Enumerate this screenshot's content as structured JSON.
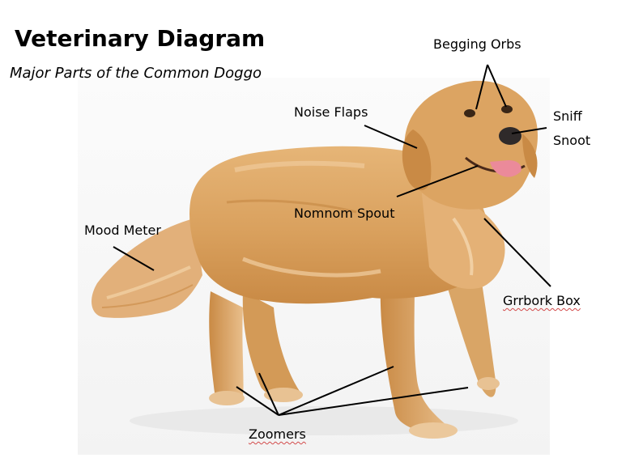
{
  "title": "Veterinary Diagram",
  "subtitle": "Major Parts of the Common Doggo",
  "labels": {
    "begging_orbs": "Begging Orbs",
    "noise_flaps": "Noise Flaps",
    "sniff": "Sniff",
    "snoot": "Snoot",
    "nomnom_spout": "Nomnom Spout",
    "mood_meter": "Mood Meter",
    "grrbork_box": "Grrbork Box",
    "zoomers": "Zoomers"
  },
  "colors": {
    "fur_main": "#d9a05d",
    "fur_light": "#efc99a",
    "fur_dark": "#b87433",
    "tongue": "#eb8a9a",
    "nose": "#2f2a2a",
    "line": "#000000"
  },
  "icons": {
    "subject": "golden-retriever-illustration"
  }
}
